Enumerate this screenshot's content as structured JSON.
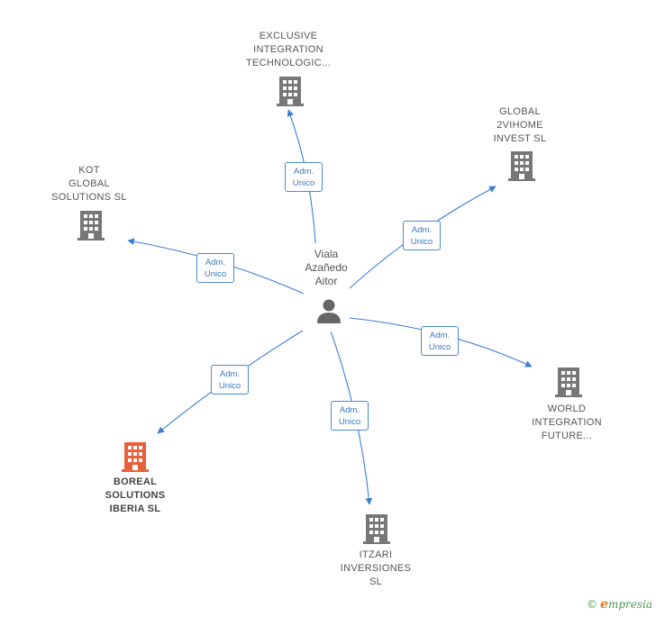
{
  "center": {
    "name": "Viala\nAzañedo\nAitor",
    "icon": "person-icon"
  },
  "edge_label": "Adm.\nUnico",
  "nodes": [
    {
      "id": "exclusive",
      "name": "EXCLUSIVE\nINTEGRATION\nTECHNOLOGIC...",
      "icon": "building-icon",
      "color": "#777777"
    },
    {
      "id": "global2vihome",
      "name": "GLOBAL\n2VIHOME\nINVEST  SL",
      "icon": "building-icon",
      "color": "#777777"
    },
    {
      "id": "kot",
      "name": "KOT\nGLOBAL\nSOLUTIONS  SL",
      "icon": "building-icon",
      "color": "#777777"
    },
    {
      "id": "world",
      "name": "WORLD\nINTEGRATION\nFUTURE...",
      "icon": "building-icon",
      "color": "#777777"
    },
    {
      "id": "boreal",
      "name": "BOREAL\nSOLUTIONS\nIBERIA  SL",
      "icon": "building-icon",
      "color": "#e8603a"
    },
    {
      "id": "itzari",
      "name": "ITZARI\nINVERSIONES\nSL",
      "icon": "building-icon",
      "color": "#777777"
    }
  ],
  "edges": [
    {
      "from": "center",
      "to": "exclusive",
      "label": "Adm.\nUnico"
    },
    {
      "from": "center",
      "to": "global2vihome",
      "label": "Adm.\nUnico"
    },
    {
      "from": "center",
      "to": "kot",
      "label": "Adm.\nUnico"
    },
    {
      "from": "center",
      "to": "world",
      "label": "Adm.\nUnico"
    },
    {
      "from": "center",
      "to": "boreal",
      "label": "Adm.\nUnico"
    },
    {
      "from": "center",
      "to": "itzari",
      "label": "Adm.\nUnico"
    }
  ],
  "colors": {
    "edge": "#3a7fd4",
    "building": "#777777",
    "highlight": "#e8603a",
    "person": "#666666"
  },
  "footer": {
    "copyright": "©",
    "brand_e": "e",
    "brand_rest": "mpresia"
  }
}
